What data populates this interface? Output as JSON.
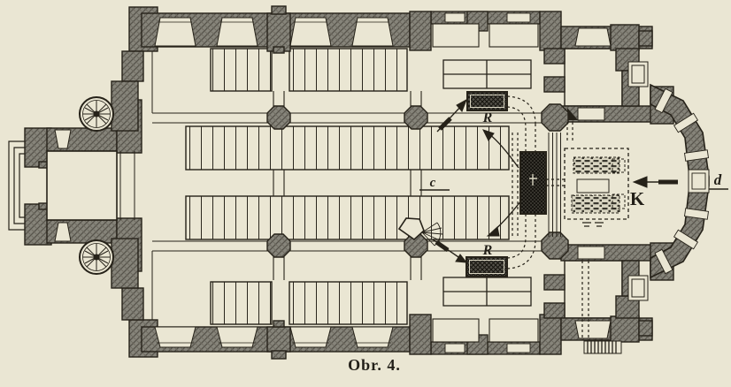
{
  "figure": {
    "caption": "Obr. 4.",
    "subject": "church floor plan with heating system"
  },
  "labels": {
    "radiator_north": "R",
    "radiator_south": "R",
    "center_aisle": "c",
    "heater": "K",
    "east_entry": "d"
  },
  "colors": {
    "paper": "#eae6d3",
    "ink": "#262219",
    "wall_gray": "#86847a",
    "wall_hatch": "#55524a",
    "radiator_dark": "#3f3c33"
  }
}
